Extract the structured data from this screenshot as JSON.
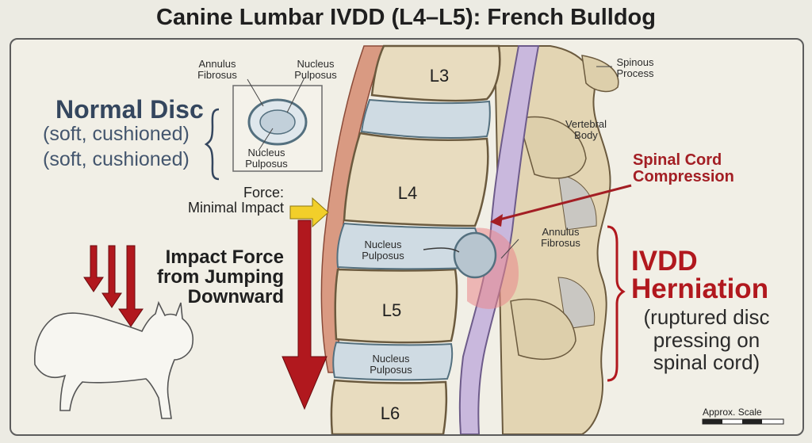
{
  "title": "Canine Lumbar IVDD (L4–L5): French Bulldog",
  "colors": {
    "bone": "#e8dcbf",
    "bone_edge": "#6b5a3e",
    "disc": "#cfdbe3",
    "cord": "#c9b8dd",
    "muscle": "#d99a82",
    "accent_red": "#b1181e",
    "force_yellow": "#f2cf2a"
  },
  "vertebrae": [
    "L3",
    "L4",
    "L5",
    "L6"
  ],
  "normal_disc": {
    "heading": "Normal Disc",
    "sub_lines": [
      "(soft, cushioned)",
      "(soft, cushioned)"
    ],
    "inset_labels": {
      "annulus": "Annulus\nFibrosus",
      "nucleus_top": "Nucleus\nPulposus",
      "nucleus_bottom": "Nucleus\nPulposus"
    }
  },
  "force_minimal": "Force:\nMinimal Impact",
  "impact_force": "Impact Force\nfrom Jumping\nDownward",
  "anatomy_labels": {
    "spinous_process": "Spinous\nProcess",
    "vertebral_body": "Vertebral\nBody",
    "annulus_fibrosus": "Annulus\nFibrosus",
    "nucleus_l4_l5": "Nucleus\nPulposus",
    "nucleus_l5_l6": "Nucleus\nPulposus"
  },
  "compression": "Spinal Cord\nCompression",
  "herniation": {
    "heading": "IVDD\nHerniation",
    "sub": "(ruptured disc\npressing on\nspinal cord)"
  },
  "scale_label": "Approx. Scale"
}
